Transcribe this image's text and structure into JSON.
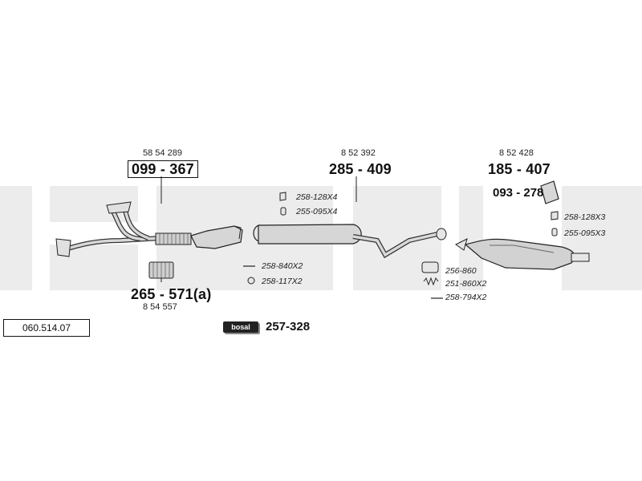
{
  "catalog_code": "060.514.07",
  "brand_logo_text": "bosal",
  "brand_set_number": "257-328",
  "parts": {
    "front_pipe": {
      "oe_ref": "58 54 289",
      "number": "099 - 367"
    },
    "flex_pipe": {
      "number": "265 - 571(a)",
      "oe_ref": "8 54 557"
    },
    "middle_silencer": {
      "oe_ref": "8 52 392",
      "number": "285 - 409"
    },
    "rear_silencer": {
      "oe_ref": "8 52 428",
      "number": "185 - 407"
    },
    "heat_shield": {
      "number": "093 - 278"
    }
  },
  "accessories": {
    "mid_rubber": "258-128X4",
    "mid_clamp": "255-095X4",
    "front_gasket": "258-840X2",
    "front_ring": "258-117X2",
    "rear_rubber": "258-128X3",
    "rear_clamp": "255-095X3",
    "rear_gasket": "256-860",
    "rear_spring": "251-860X2",
    "rear_bolt": "258-794X2"
  },
  "colors": {
    "ink": "#111111",
    "part_fill": "#d8d8d8",
    "background_stripe": "#ececec"
  }
}
